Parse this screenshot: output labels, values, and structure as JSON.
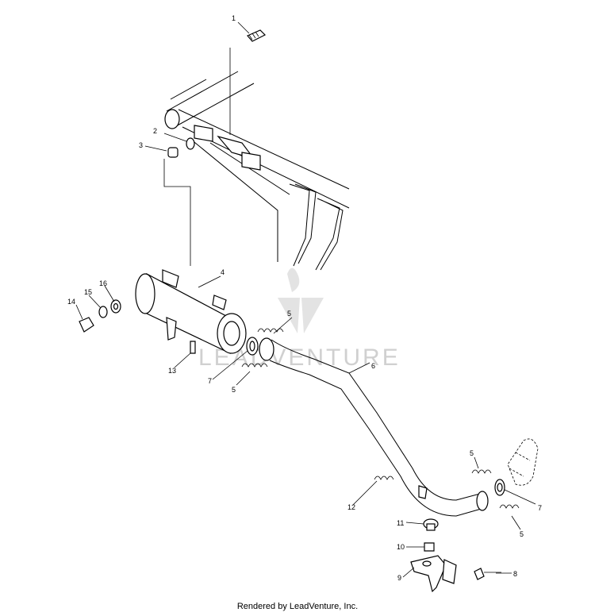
{
  "watermark": "LEADVENTURE",
  "footer": "Rendered by LeadVenture, Inc.",
  "callouts": {
    "c1": "1",
    "c2": "2",
    "c3": "3",
    "c4": "4",
    "c5a": "5",
    "c5b": "5",
    "c5c": "5",
    "c5d": "5",
    "c6": "6",
    "c7a": "7",
    "c7b": "7",
    "c8": "8",
    "c9": "9",
    "c10": "10",
    "c11": "11",
    "c12": "12",
    "c13": "13",
    "c14": "14",
    "c15": "15",
    "c16": "16"
  }
}
